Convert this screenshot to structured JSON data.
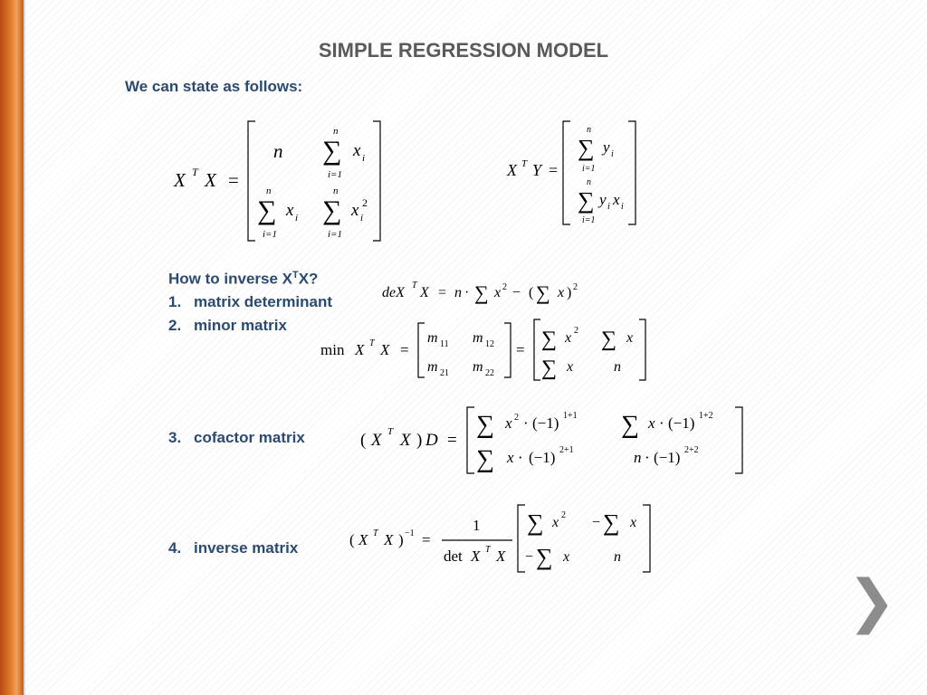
{
  "slide": {
    "title": "SIMPLE REGRESSION MODEL",
    "intro": "We can state as follows:",
    "question_prefix": "How to inverse X",
    "question_sup": "T",
    "question_suffix": "X?",
    "steps": [
      {
        "num": "1.",
        "label": "matrix determinant"
      },
      {
        "num": "2.",
        "label": "minor matrix"
      },
      {
        "num": "3.",
        "label": "cofactor matrix"
      },
      {
        "num": "4.",
        "label": "inverse matrix"
      }
    ],
    "next_glyph": "❯"
  },
  "eq": {
    "X": "X",
    "T": "T",
    "Y": "Y",
    "eq": "=",
    "n": "n",
    "x": "x",
    "y": "y",
    "i": "i",
    "two": "2",
    "one": "1",
    "i1": "i=1",
    "sum": "∑",
    "de": "deX",
    "dot": "·",
    "minus": "−",
    "lp": "(",
    "rp": ")",
    "min": "min",
    "m11": "m",
    "s11": "11",
    "s12": "12",
    "s21": "21",
    "s22": "22",
    "D": "D",
    "neg1": "(−1)",
    "e11": "1+1",
    "e12": "1+2",
    "e21": "2+1",
    "e22": "2+2",
    "inv": "−1",
    "det": "det"
  }
}
